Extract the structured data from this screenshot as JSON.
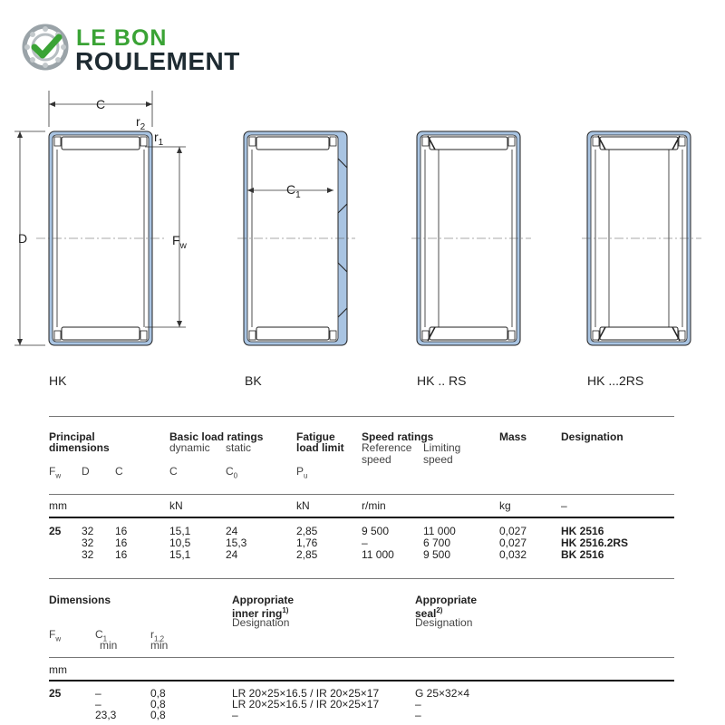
{
  "brand": {
    "line1": "LE BON",
    "line2": "ROULEMENT"
  },
  "drawing": {
    "labels": {
      "c": "C",
      "r2": "r",
      "r2_sub": "2",
      "r1": "r",
      "r1_sub": "1",
      "d": "D",
      "fw": "F",
      "fw_sub": "w",
      "c1": "C",
      "c1_sub": "1"
    },
    "variants": [
      "HK",
      "BK",
      "HK .. RS",
      "HK ...2RS"
    ]
  },
  "table1": {
    "headers": {
      "principal": [
        "Principal",
        "dimensions"
      ],
      "basic": "Basic load ratings",
      "dynamic": "dynamic",
      "static": "static",
      "fatigue": [
        "Fatigue",
        "load limit"
      ],
      "speed": "Speed ratings",
      "reference": [
        "Reference",
        "speed"
      ],
      "limiting": [
        "Limiting",
        "speed"
      ],
      "mass": "Mass",
      "designation": "Designation"
    },
    "symbols": {
      "fw": "F",
      "fw_sub": "w",
      "d": "D",
      "c": "C",
      "dyn": "C",
      "stat": "C",
      "stat_sub": "0",
      "pu": "P",
      "pu_sub": "u"
    },
    "units": {
      "mm": "mm",
      "kn1": "kN",
      "kn2": "kN",
      "rmin": "r/min",
      "kg": "kg",
      "dash": "–"
    },
    "fw": "25",
    "rows": [
      {
        "d": "32",
        "c": "16",
        "dyn": "15,1",
        "stat": "24",
        "fat": "2,85",
        "ref": "9 500",
        "lim": "11 000",
        "mass": "0,027",
        "des": "HK 2516"
      },
      {
        "d": "32",
        "c": "16",
        "dyn": "10,5",
        "stat": "15,3",
        "fat": "1,76",
        "ref": "–",
        "lim": "6 700",
        "mass": "0,027",
        "des": "HK 2516.2RS"
      },
      {
        "d": "32",
        "c": "16",
        "dyn": "15,1",
        "stat": "24",
        "fat": "2,85",
        "ref": "11 000",
        "lim": "9 500",
        "mass": "0,032",
        "des": "BK 2516"
      }
    ]
  },
  "table2": {
    "headers": {
      "dimensions": "Dimensions",
      "inner": [
        "Appropriate",
        "inner ring",
        "Designation"
      ],
      "inner_sup": "1)",
      "seal": [
        "Appropriate",
        "seal",
        "Designation"
      ],
      "seal_sup": "2)"
    },
    "symbols": {
      "fw": "F",
      "fw_sub": "w",
      "c1": "C",
      "c1_sub": "1",
      "c1_min": "min",
      "r12": "r",
      "r12_sub": "1,2",
      "r12_min": "min"
    },
    "units": {
      "mm": "mm"
    },
    "fw": "25",
    "rows": [
      {
        "c1": "–",
        "r": "0,8",
        "ring": "LR 20×25×16.5 / IR 20×25×17",
        "seal": "G 25×32×4"
      },
      {
        "c1": "–",
        "r": "0,8",
        "ring": "LR 20×25×16.5 / IR 20×25×17",
        "seal": "–"
      },
      {
        "c1": "23,3",
        "r": "0,8",
        "ring": "–",
        "seal": "–"
      }
    ]
  }
}
